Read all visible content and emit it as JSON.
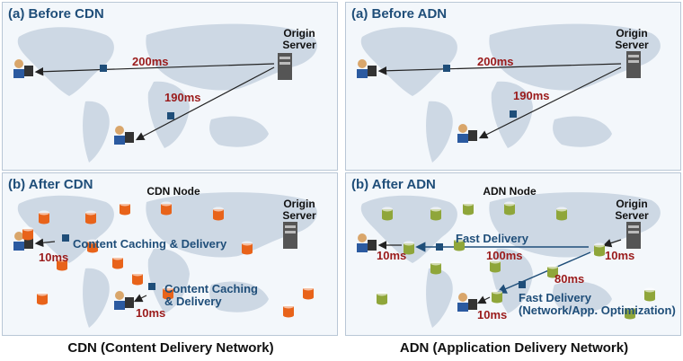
{
  "panels": {
    "before_cdn": {
      "title": "(a) Before CDN",
      "origin": [
        "Origin",
        "Server"
      ],
      "lat1": "200ms",
      "lat2": "190ms"
    },
    "before_adn": {
      "title": "(a) Before ADN",
      "origin": [
        "Origin",
        "Server"
      ],
      "lat1": "200ms",
      "lat2": "190ms"
    },
    "after_cdn": {
      "title": "(b) After CDN",
      "node": "CDN Node",
      "origin": [
        "Origin",
        "Server"
      ],
      "caching1": "Content Caching & Delivery",
      "caching2": [
        "Content Caching",
        "& Delivery"
      ],
      "lat_left": "10ms",
      "lat_bottom": "10ms"
    },
    "after_adn": {
      "title": "(b) After ADN",
      "node": "ADN Node",
      "origin": [
        "Origin",
        "Server"
      ],
      "fast1": "Fast Delivery",
      "fast2": [
        "Fast Delivery",
        "(Network/App. Optimization)"
      ],
      "lat_left": "10ms",
      "lat_100": "100ms",
      "lat_right": "10ms",
      "lat_80": "80ms",
      "lat_bottom": "10ms"
    }
  },
  "captions": {
    "cdn": "CDN (Content Delivery Network)",
    "adn": "ADN (Application Delivery Network)"
  },
  "colors": {
    "cdn_node": "#e8631a",
    "adn_node": "#8fa63a",
    "arrow": "#1f4e79",
    "latency": "#9a1a1a"
  }
}
